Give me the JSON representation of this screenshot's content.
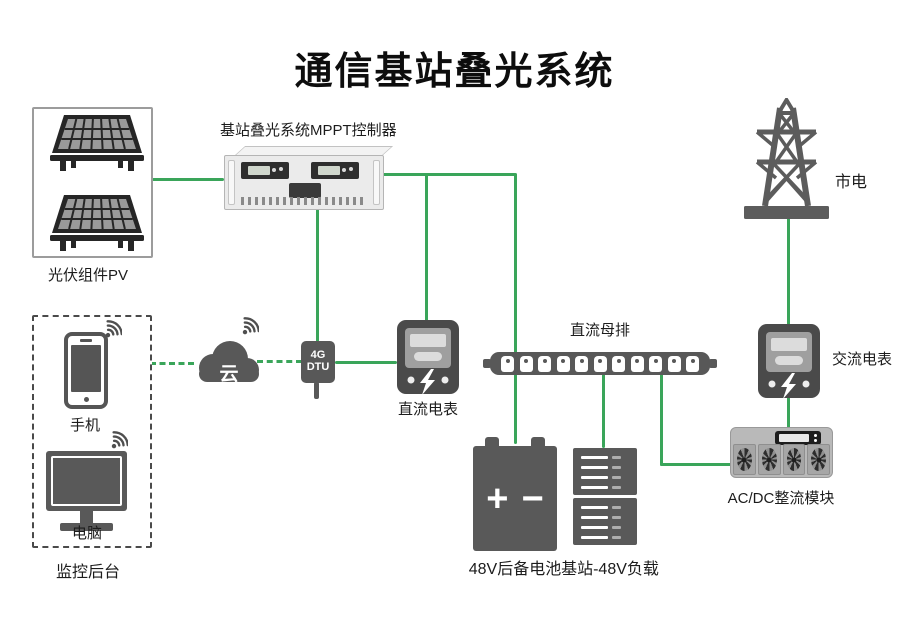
{
  "title": "通信基站叠光系统",
  "colors": {
    "wire": "#3aa55a",
    "icon_dark": "#585858"
  },
  "nodes": {
    "pv": {
      "label": "光伏组件PV"
    },
    "mppt": {
      "label": "基站叠光系统MPPT控制器"
    },
    "grid": {
      "label": "市电"
    },
    "cloud": {
      "label": "云"
    },
    "dtu": {
      "line1": "4G",
      "line2": "DTU"
    },
    "dc_meter": {
      "label": "直流电表"
    },
    "busbar": {
      "label": "直流母排"
    },
    "ac_meter": {
      "label": "交流电表"
    },
    "rectifier": {
      "label": "AC/DC整流模块"
    },
    "battery": {
      "label": "48V后备电池",
      "plus": "+",
      "minus": "−"
    },
    "load": {
      "label": "基站-48V负载"
    },
    "monitor": {
      "label": "监控后台",
      "phone": "手机",
      "computer": "电脑"
    }
  }
}
